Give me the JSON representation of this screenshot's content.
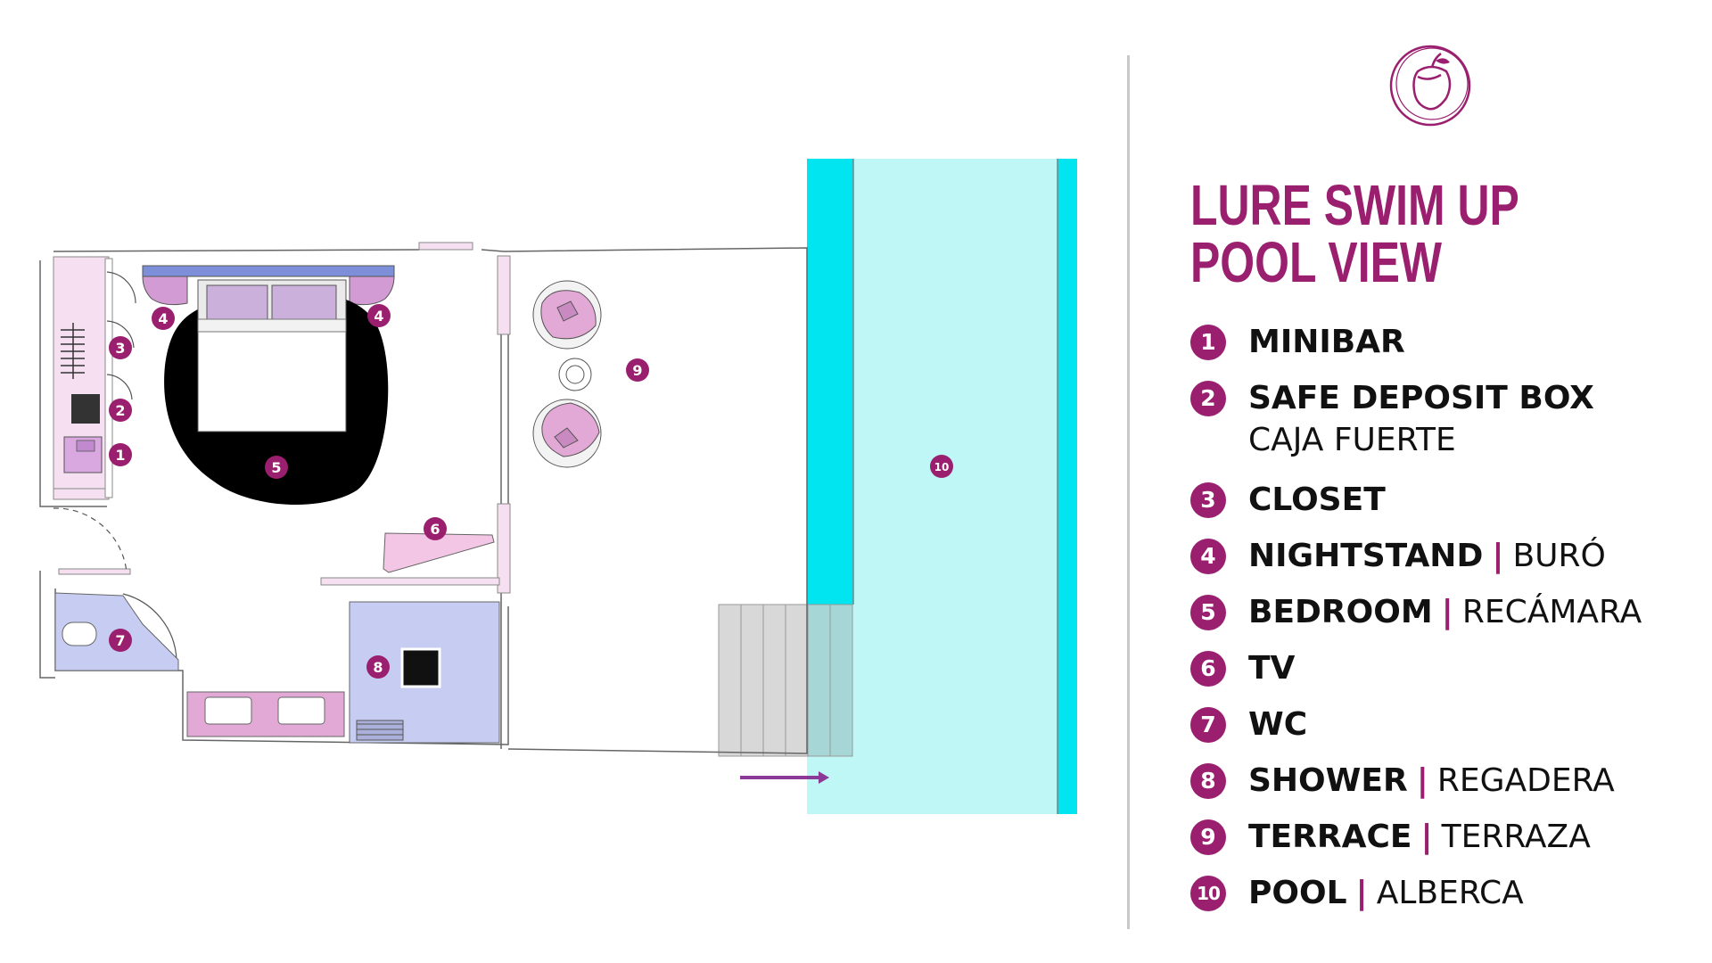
{
  "title": {
    "line1": "LURE SWIM UP",
    "line2": "POOL VIEW"
  },
  "legend": [
    {
      "num": "1",
      "en": "MINIBAR",
      "es": ""
    },
    {
      "num": "2",
      "en": "SAFE DEPOSIT BOX",
      "es": "CAJA FUERTE",
      "es_below": true
    },
    {
      "num": "3",
      "en": "CLOSET",
      "es": ""
    },
    {
      "num": "4",
      "en": "NIGHTSTAND",
      "sep": "|",
      "es": "BURÓ"
    },
    {
      "num": "5",
      "en": "BEDROOM",
      "sep": "|",
      "es": "RECÁMARA"
    },
    {
      "num": "6",
      "en": "TV",
      "es": ""
    },
    {
      "num": "7",
      "en": "WC",
      "es": ""
    },
    {
      "num": "8",
      "en": "SHOWER",
      "sep": "|",
      "es": "REGADERA"
    },
    {
      "num": "9",
      "en": "TERRACE",
      "sep": "|",
      "es": "TERRAZA"
    },
    {
      "num": "10",
      "en": "POOL",
      "sep": "|",
      "es": "ALBERCA"
    }
  ],
  "map_markers": [
    "1",
    "2",
    "3",
    "4",
    "4",
    "5",
    "6",
    "7",
    "8",
    "9",
    "10"
  ],
  "colors": {
    "brand": "#9a1f6e",
    "pool_water": "#bff7f7",
    "pool_edge": "#00e5ef",
    "bathroom": "#c7cdf2",
    "furniture_pink": "#e3a9d6",
    "rug": "#000000",
    "steps": "#d8d8d8"
  },
  "icons": {
    "logo": "apple-logo-icon",
    "entrance": "arrow-right-icon"
  }
}
